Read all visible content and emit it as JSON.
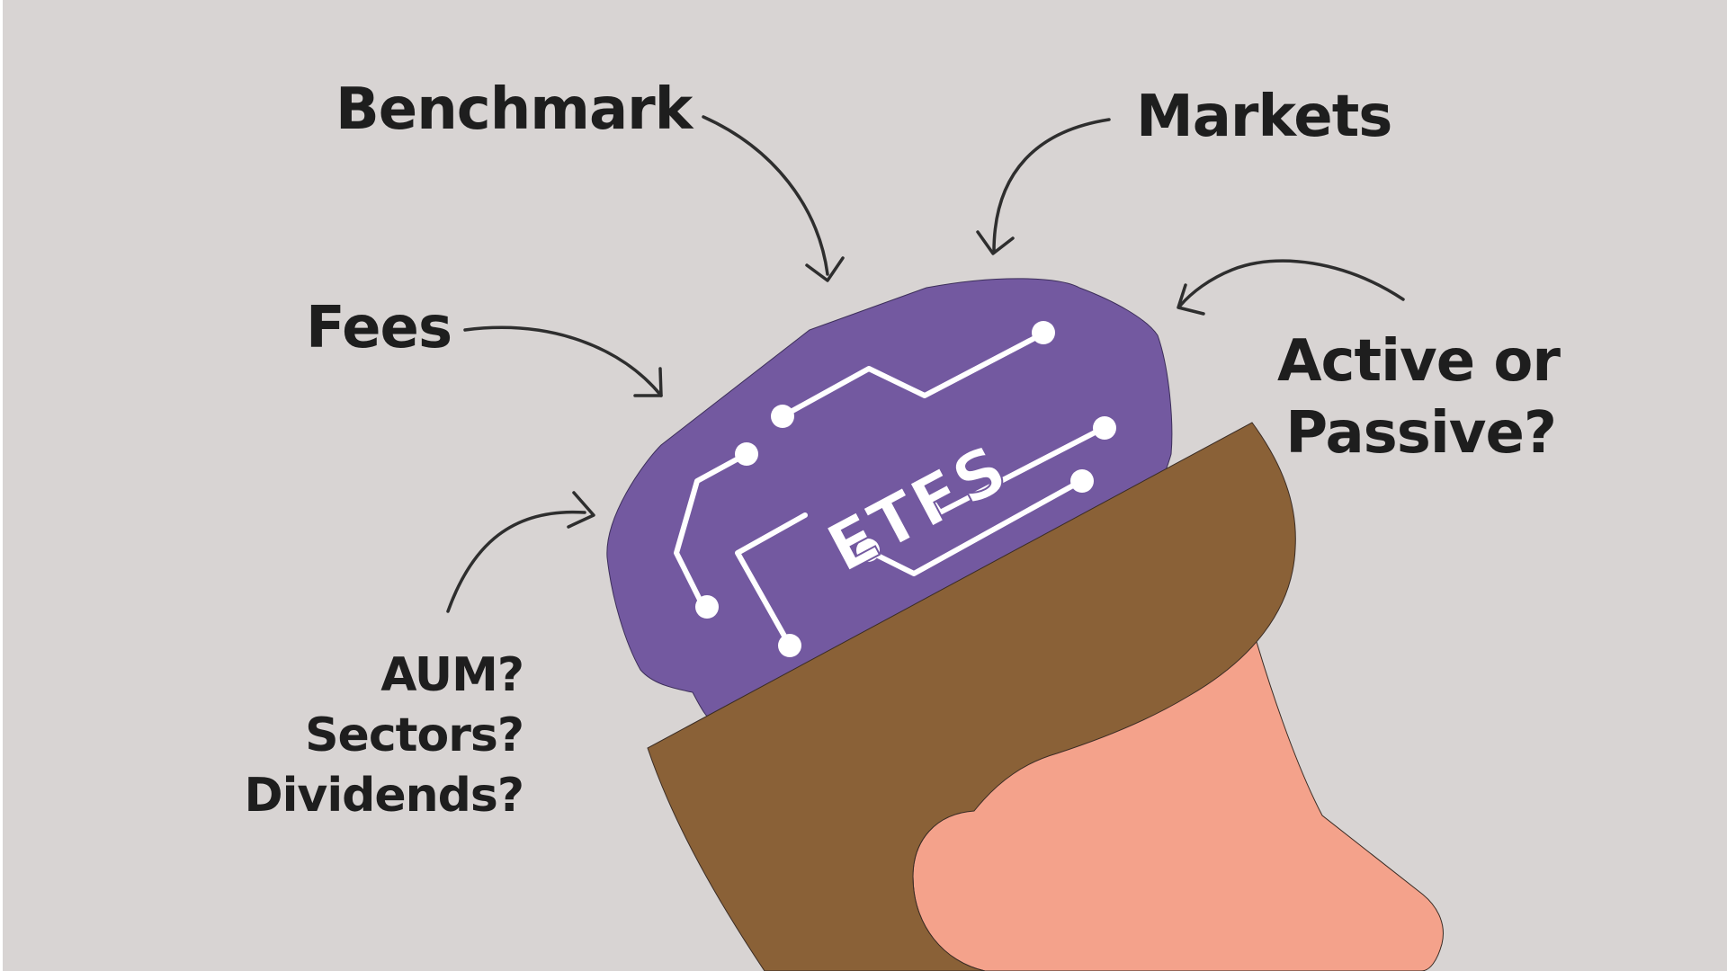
{
  "labels": {
    "benchmark": "Benchmark",
    "markets": "Markets",
    "fees": "Fees",
    "active_or_passive": [
      "Active or",
      "Passive?"
    ],
    "questions": [
      "AUM?",
      "Sectors?",
      "Dividends?"
    ]
  },
  "brain": {
    "text": "ETFS"
  },
  "colors": {
    "background": "#d8d4d3",
    "brain": "#7359a0",
    "hair": "#8a6137",
    "skin": "#f4a28b",
    "circuit": "#ffffff",
    "text": "#1e1e1e",
    "arrow": "#2e2e2e"
  },
  "icons": [
    "arrow-icon",
    "circuit-node-icon"
  ]
}
